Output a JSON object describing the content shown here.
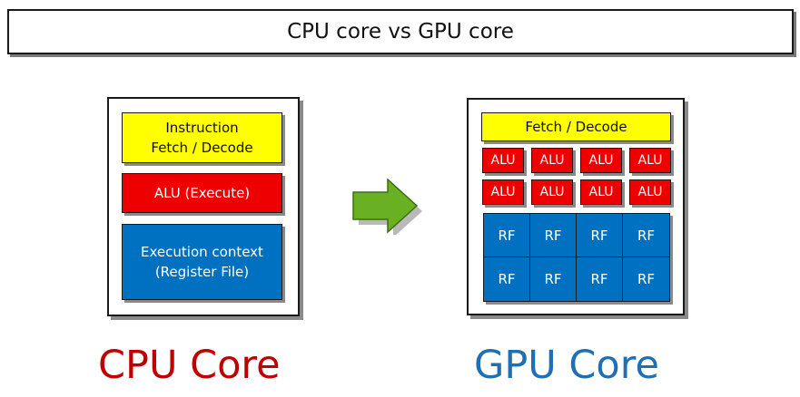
{
  "title": "CPU core vs GPU core",
  "cpu": {
    "instruction_label": "Instruction\nFetch / Decode",
    "alu_label": "ALU (Execute)",
    "context_label": "Execution context\n(Register File)",
    "caption": "CPU Core",
    "caption_color": "#c00000"
  },
  "gpu": {
    "fetch_label": "Fetch / Decode",
    "alus": [
      "ALU",
      "ALU",
      "ALU",
      "ALU",
      "ALU",
      "ALU",
      "ALU",
      "ALU"
    ],
    "rfs": [
      "RF",
      "RF",
      "RF",
      "RF",
      "RF",
      "RF",
      "RF",
      "RF"
    ],
    "caption": "GPU Core",
    "caption_color": "#1f6fb5"
  },
  "colors": {
    "fetch_yellow": "#ffff00",
    "alu_red": "#ee0000",
    "context_blue": "#0070c0",
    "arrow_green": "#6ab023"
  },
  "icons": {
    "arrow": "right-arrow-icon"
  }
}
